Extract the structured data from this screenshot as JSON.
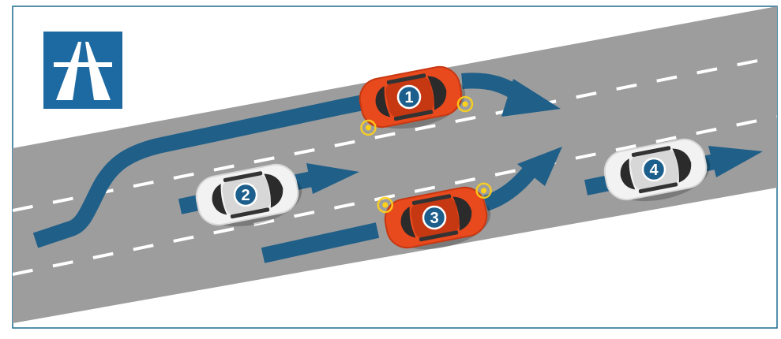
{
  "colors": {
    "road": "#9d9d9d",
    "lane_marking": "#ffffff",
    "arrow": "#1f5f88",
    "frame": "#1a6a8f",
    "sign_blue": "#1d6aa3",
    "car_orange": "#e8491d",
    "car_white": "#f2f2f2",
    "indicator": "#ffd21a",
    "badge": "#1d5f8c"
  },
  "sign": {
    "icon": "motorway-sign-icon"
  },
  "cars": [
    {
      "number": "1",
      "color": "orange",
      "indicating": true
    },
    {
      "number": "2",
      "color": "white",
      "indicating": false
    },
    {
      "number": "3",
      "color": "orange",
      "indicating": true
    },
    {
      "number": "4",
      "color": "white",
      "indicating": false
    }
  ]
}
